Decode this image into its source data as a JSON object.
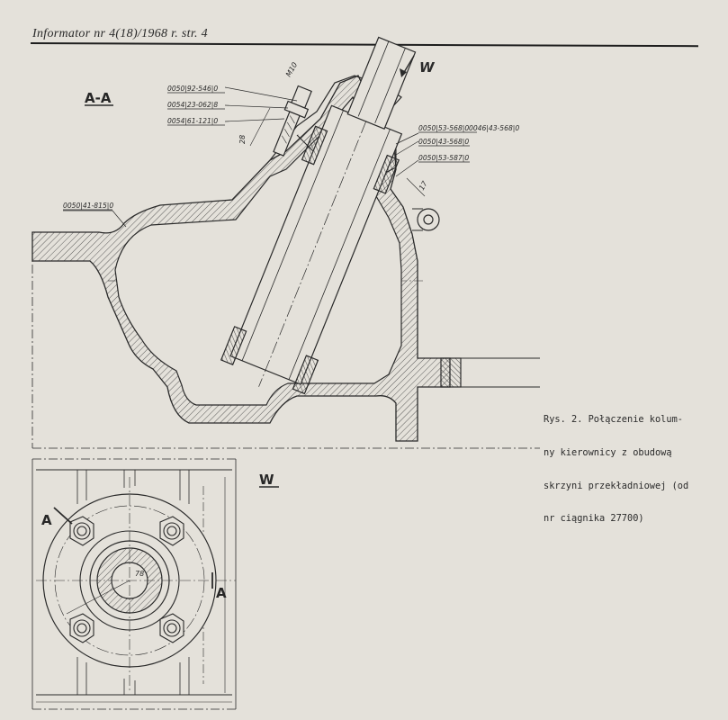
{
  "header": {
    "running_title": "Informator nr 4(18)/1968 r. str. 4"
  },
  "section_view": {
    "label": "A-A",
    "direction_label": "W",
    "dimensions": {
      "top": "M10",
      "left": "28",
      "right": "17"
    },
    "part_refs": [
      "0050|92-546|0",
      "0054|23-062|8",
      "0054|61-121|0",
      "0050|53-568|0",
      "0046|43-568|0",
      "0050|43-568|0",
      "0050|53-587|0",
      "0050|41-815|0"
    ]
  },
  "view_w": {
    "label": "W",
    "section_marks": [
      "A",
      "A"
    ],
    "dimension": "78"
  },
  "caption": {
    "lines": [
      "Rys. 2. Połączenie kolum-",
      "ny kierownicy z obudową",
      "skrzyni przekładniowej (od",
      "nr ciągnika 27700)"
    ]
  },
  "colors": {
    "paper": "#e4e1da",
    "ink": "#2a2a2a",
    "hatch": "#4a4a4a"
  }
}
